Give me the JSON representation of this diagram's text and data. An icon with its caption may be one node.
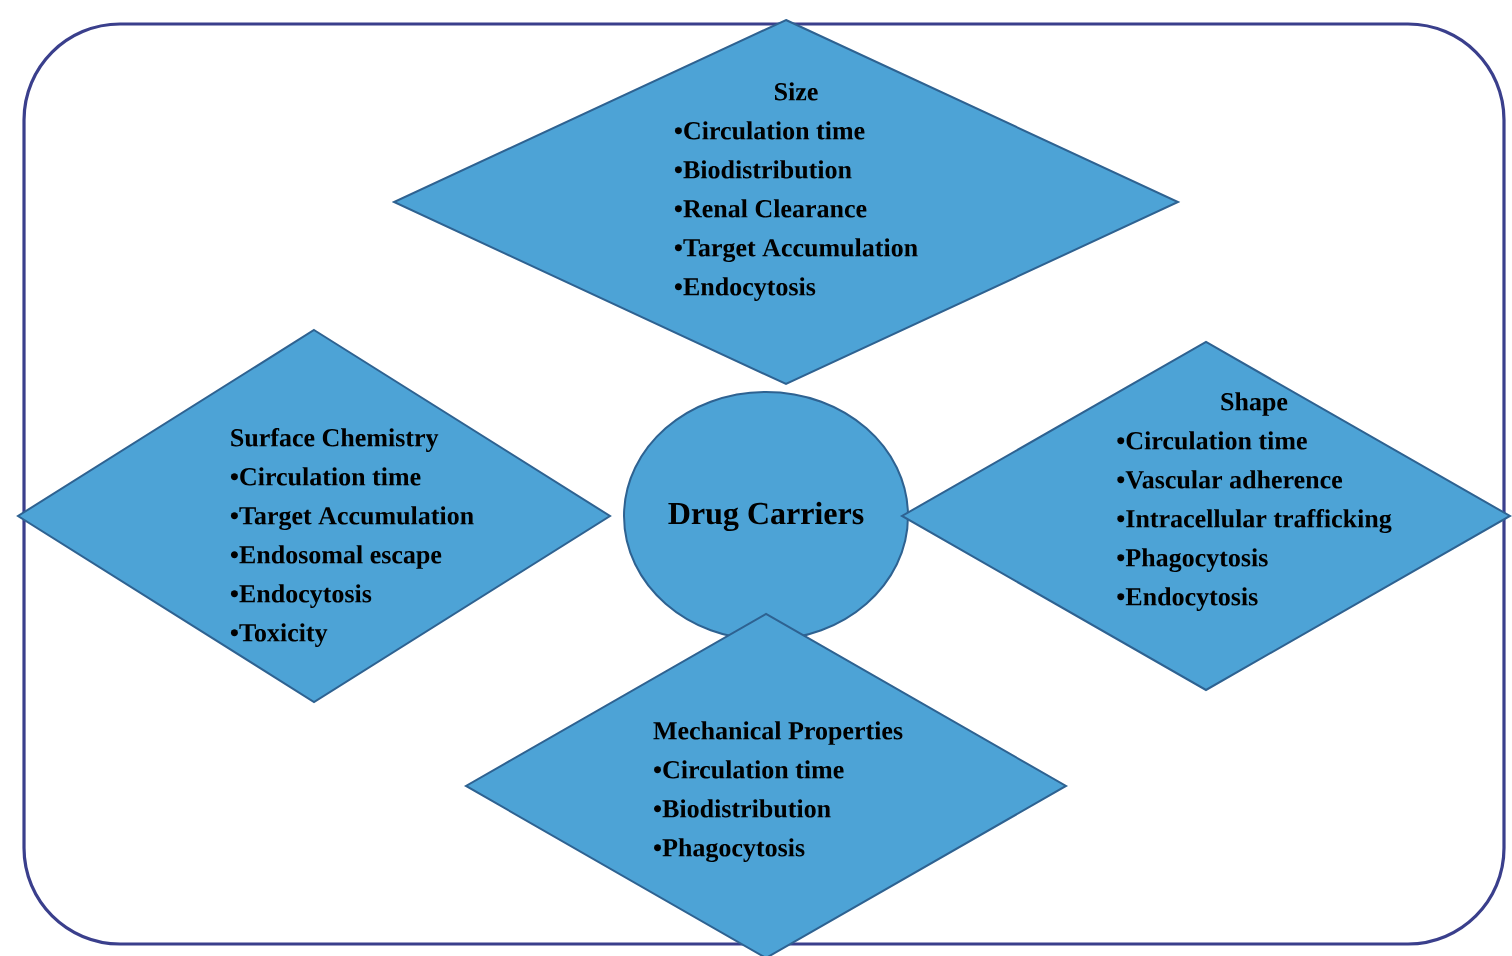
{
  "diagram": {
    "nodes": [
      {
        "text": [
          "Size",
          "•Circulation time",
          "•Biodistribution",
          "•Renal Clearance",
          "•Target Accumulation",
          "•Endocytosis"
        ]
      },
      {
        "text": [
          "Surface Chemistry",
          "•Circulation time",
          "•Target Accumulation",
          "•Endosomal escape",
          "•Endocytosis",
          "•Toxicity"
        ]
      },
      {
        "text": [
          "Drug Carriers"
        ]
      },
      {
        "text": [
          "Shape",
          "•Circulation time",
          "•Vascular adherence",
          "•Intracellular trafficking",
          "•Phagocytosis",
          "•Endocytosis"
        ]
      },
      {
        "text": [
          "Mechanical Properties",
          "•Circulation time",
          "•Biodistribution",
          "•Phagocytosis"
        ]
      }
    ]
  }
}
